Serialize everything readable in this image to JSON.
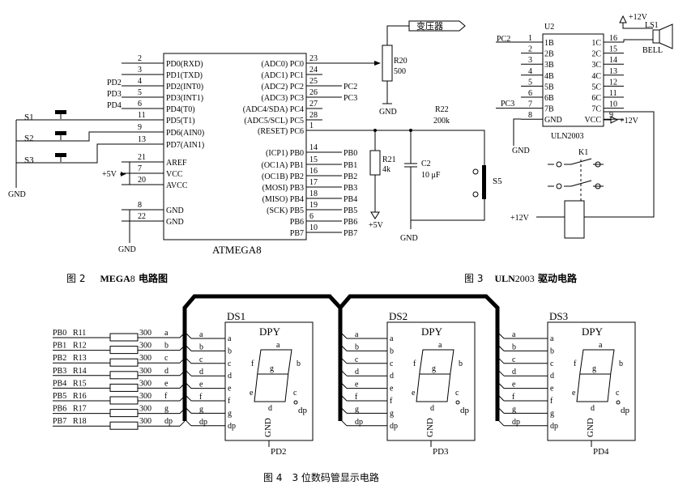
{
  "mega8": {
    "chip_name": "ATMEGA8",
    "left_pins": [
      {
        "num": "2",
        "name": "PD0(RXD)"
      },
      {
        "num": "3",
        "name": "PD1(TXD)"
      },
      {
        "num": "4",
        "name": "PD2(INT0)"
      },
      {
        "num": "5",
        "name": "PD3(INT1)"
      },
      {
        "num": "6",
        "name": "PD4(T0)"
      },
      {
        "num": "11",
        "name": "PD5(T1)"
      },
      {
        "num": "9",
        "name": "PD6(AIN0)"
      },
      {
        "num": "13",
        "name": "PD7(AIN1)"
      },
      {
        "num": "21",
        "name": "AREF"
      },
      {
        "num": "7",
        "name": "VCC"
      },
      {
        "num": "20",
        "name": "AVCC"
      },
      {
        "num": "8",
        "name": "GND"
      },
      {
        "num": "22",
        "name": "GND"
      }
    ],
    "right_pins": [
      {
        "num": "23",
        "name": "(ADC0) PC0",
        "net": ""
      },
      {
        "num": "24",
        "name": "(ADC1) PC1",
        "net": ""
      },
      {
        "num": "25",
        "name": "(ADC2) PC2",
        "net": "PC2"
      },
      {
        "num": "26",
        "name": "(ADC3) PC3",
        "net": "PC3"
      },
      {
        "num": "27",
        "name": "(ADC4/SDA) PC4",
        "net": ""
      },
      {
        "num": "28",
        "name": "(ADC5/SCL) PC5",
        "net": ""
      },
      {
        "num": "1",
        "name": "(RESET) PC6",
        "net": ""
      },
      {
        "num": "14",
        "name": "(ICP1) PB0",
        "net": "PB0"
      },
      {
        "num": "15",
        "name": "(OC1A) PB1",
        "net": "PB1"
      },
      {
        "num": "16",
        "name": "(OC1B) PB2",
        "net": "PB2"
      },
      {
        "num": "17",
        "name": "(MOSI) PB3",
        "net": "PB3"
      },
      {
        "num": "18",
        "name": "(MISO) PB4",
        "net": "PB4"
      },
      {
        "num": "19",
        "name": "(SCK) PB5",
        "net": "PB5"
      },
      {
        "num": "6",
        "name": "PB6",
        "net": "PB6"
      },
      {
        "num": "10",
        "name": "PB7",
        "net": "PB7"
      }
    ],
    "pd_nets": [
      "PD2",
      "PD3",
      "PD4"
    ],
    "switches": [
      "S1",
      "S2",
      "S3"
    ],
    "gnd": "GND",
    "plus5v": "+5V",
    "transformer": "变压器",
    "r20": {
      "name": "R20",
      "value": "500"
    },
    "r21": {
      "name": "R21",
      "value": "4k"
    },
    "r22": {
      "name": "R22",
      "value": "200k"
    },
    "c2": {
      "name": "C2",
      "value": "10 μF"
    },
    "s5": "S5"
  },
  "uln2003": {
    "ref": "U2",
    "name": "ULN2003",
    "left_pins": [
      {
        "num": "1",
        "name": "1B"
      },
      {
        "num": "2",
        "name": "2B"
      },
      {
        "num": "3",
        "name": "3B"
      },
      {
        "num": "4",
        "name": "4B"
      },
      {
        "num": "5",
        "name": "5B"
      },
      {
        "num": "6",
        "name": "6B"
      },
      {
        "num": "7",
        "name": "7B"
      },
      {
        "num": "8",
        "name": "GND"
      }
    ],
    "right_pins": [
      {
        "num": "16",
        "name": "1C"
      },
      {
        "num": "15",
        "name": "2C"
      },
      {
        "num": "14",
        "name": "3C"
      },
      {
        "num": "13",
        "name": "4C"
      },
      {
        "num": "12",
        "name": "5C"
      },
      {
        "num": "11",
        "name": "6C"
      },
      {
        "num": "10",
        "name": "7C"
      },
      {
        "num": "9",
        "name": "VCC"
      }
    ],
    "pc2": "PC2",
    "pc3": "PC3",
    "plus12v": "+12V",
    "bell_ref": "LS1",
    "bell": "BELL",
    "relay": "K1",
    "gnd": "GND"
  },
  "display": {
    "inputs": [
      {
        "pin": "PB0",
        "res": "R11"
      },
      {
        "pin": "PB1",
        "res": "R12"
      },
      {
        "pin": "PB2",
        "res": "R13"
      },
      {
        "pin": "PB3",
        "res": "R14"
      },
      {
        "pin": "PB4",
        "res": "R15"
      },
      {
        "pin": "PB5",
        "res": "R16"
      },
      {
        "pin": "PB6",
        "res": "R17"
      },
      {
        "pin": "PB7",
        "res": "R18"
      }
    ],
    "res_value": "300",
    "segments": [
      "a",
      "b",
      "c",
      "d",
      "e",
      "f",
      "g",
      "dp"
    ],
    "digits": [
      {
        "ref": "DS1",
        "type": "DPY",
        "gnd": "GND",
        "ctrl": "PD2"
      },
      {
        "ref": "DS2",
        "type": "DPY",
        "gnd": "GND",
        "ctrl": "PD3"
      },
      {
        "ref": "DS3",
        "type": "DPY",
        "gnd": "GND",
        "ctrl": "PD4"
      }
    ]
  },
  "captions": {
    "fig2": {
      "prefix": "图 2",
      "bold": "MEGA",
      "num": "8",
      "rest": " 电路图"
    },
    "fig3": {
      "prefix": "图 3",
      "bold": "ULN",
      "num": "2003",
      "rest": " 驱动电路"
    },
    "fig4": "图 4　3 位数码管显示电路"
  }
}
